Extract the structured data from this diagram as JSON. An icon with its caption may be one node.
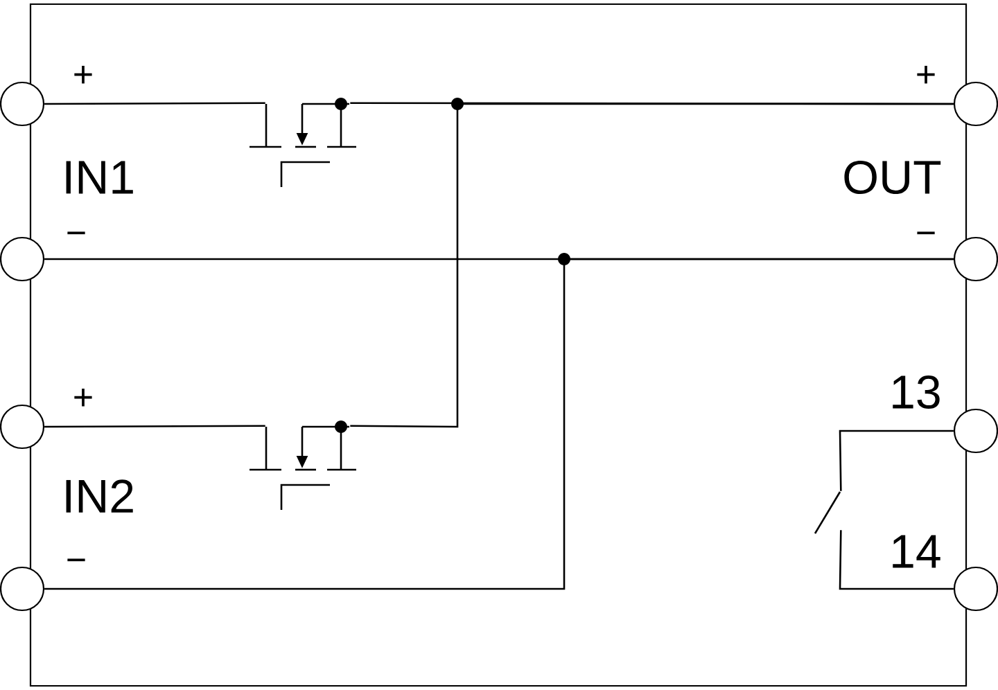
{
  "diagram": {
    "nodes": [
      {
        "text": [],
        "shape": "circle"
      },
      {
        "text": [],
        "shape": "circle"
      },
      {
        "text": [],
        "shape": "circle"
      },
      {
        "text": [],
        "shape": "circle"
      },
      {
        "text": [],
        "shape": "circle"
      },
      {
        "text": [],
        "shape": "circle"
      },
      {
        "text": [],
        "shape": "circle"
      },
      {
        "text": [],
        "shape": "circle"
      },
      {
        "text": [],
        "shape": "picture"
      },
      {
        "text": [],
        "shape": "picture"
      },
      {
        "text": [],
        "shape": "picture"
      }
    ],
    "edges": [
      {
        "from": 0,
        "to": 8,
        "arrow": "none"
      },
      {
        "from": 8,
        "to": 4,
        "arrow": "none"
      },
      {
        "from": 9,
        "to": 4,
        "arrow": "none"
      },
      {
        "from": 2,
        "to": 9,
        "arrow": "none"
      },
      {
        "from": 1,
        "to": 5,
        "arrow": "none"
      },
      {
        "from": 3,
        "to": 5,
        "arrow": "none"
      },
      {
        "from": 6,
        "to": 10,
        "arrow": "none"
      },
      {
        "from": 10,
        "to": 7,
        "arrow": "none"
      }
    ],
    "labels": [
      "+",
      "+",
      "IN1",
      "OUT",
      "−",
      "−",
      "+",
      "13",
      "IN2",
      "−",
      "14"
    ]
  }
}
